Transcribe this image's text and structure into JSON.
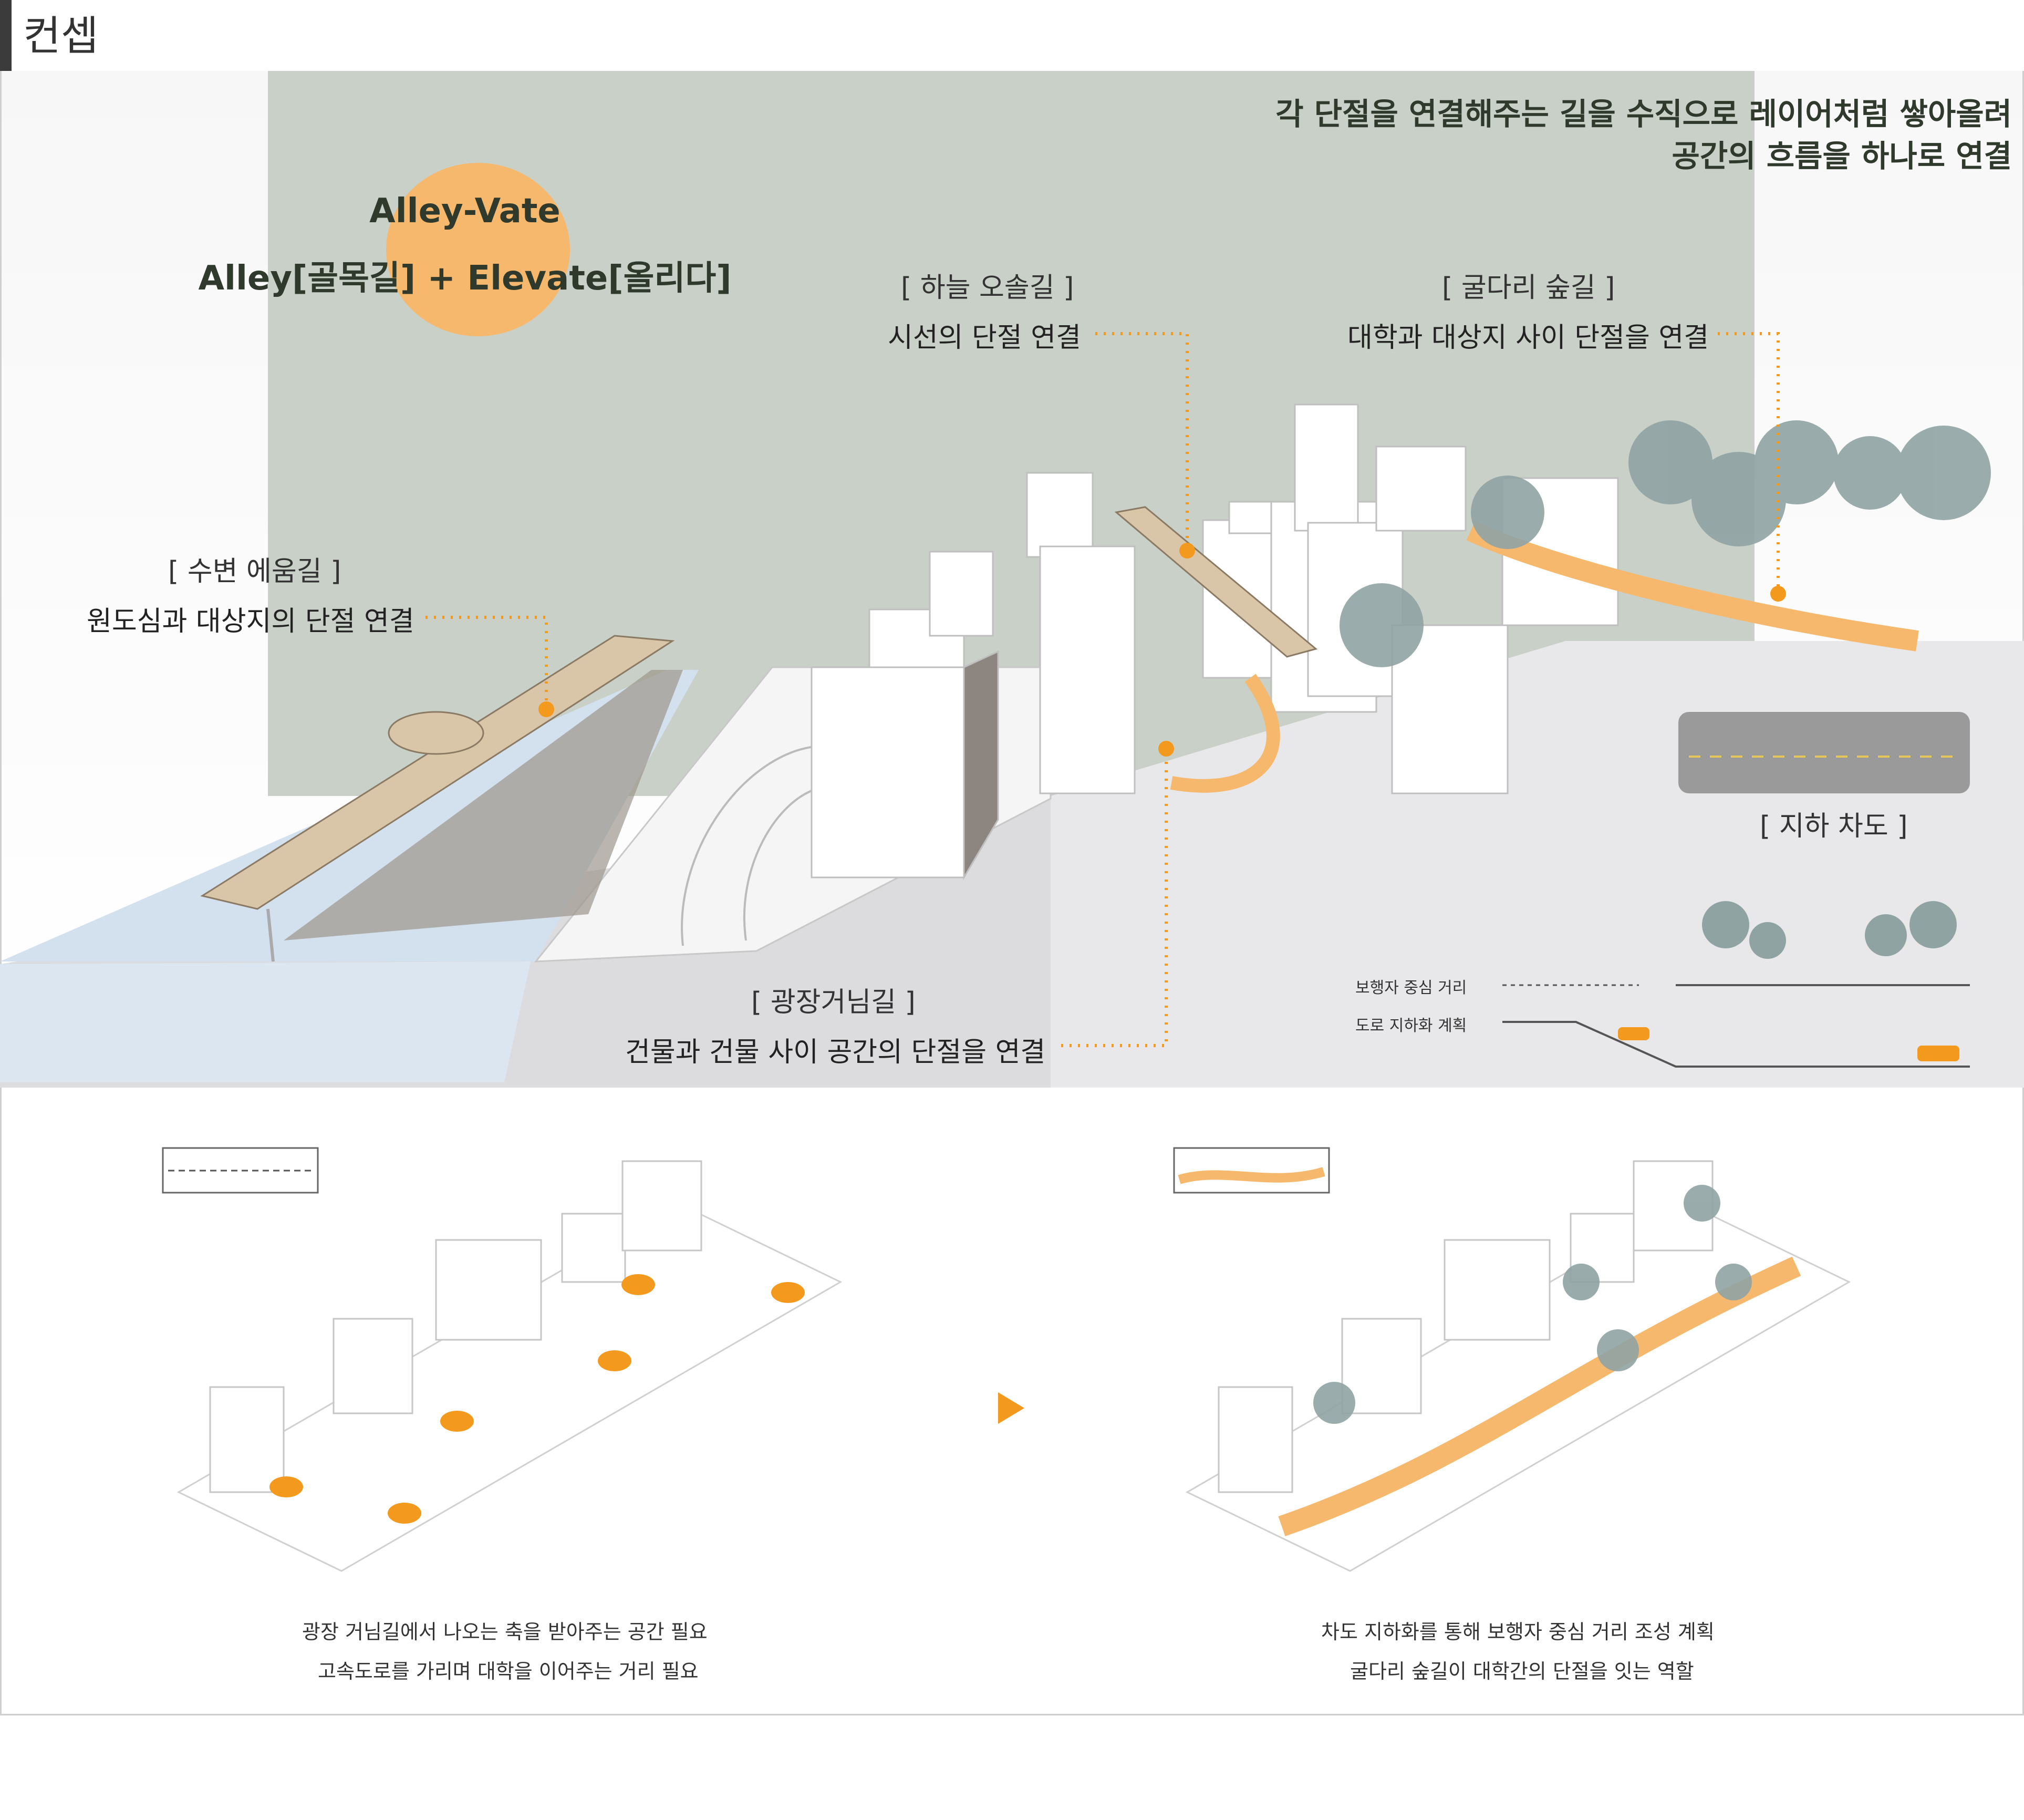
{
  "page": {
    "title": "컨셉"
  },
  "concept": {
    "name": "Alley-Vate",
    "subtitle": "Alley[골목길] + Elevate[올리다]"
  },
  "tagline": {
    "line1": "각 단절을 연결해주는 길을 수직으로 레이어처럼 쌓아올려",
    "line2": "공간의 흐름을 하나로 연결"
  },
  "labels": {
    "waterfront": {
      "title": "[ 수변 에움길 ]",
      "desc": "원도심과 대상지의 단절 연결"
    },
    "sky": {
      "title": "[ 하늘 오솔길 ]",
      "desc": "시선의 단절 연결"
    },
    "forest": {
      "title": "[ 굴다리 숲길 ]",
      "desc": "대학과 대상지 사이 단절을 연결"
    },
    "plaza": {
      "title": "[ 광장거님길 ]",
      "desc": "건물과 건물 사이 공간의 단절을 연결"
    },
    "underground": {
      "title": "[ 지하 차도 ]"
    }
  },
  "legend": {
    "pedestrian": "보행자 중심 거리",
    "underground": "도로 지하화 계획"
  },
  "captions": {
    "left": {
      "line1": "광장 거님길에서 나오는 축을 받아주는 공간 필요",
      "line2": "고속도로를 가리며 대학을 이어주는 거리 필요"
    },
    "right": {
      "line1": "차도 지하화를 통해 보행자 중심 거리 조성 계획",
      "line2": "굴다리 숲길이 대학간의 단절을 잇는 역할"
    }
  },
  "colors": {
    "accent": "#f39a1e",
    "sky": "#c9d0c7",
    "water": "#dbe6f1",
    "deck": "#d9c6a8",
    "tree": "#8fa3a3"
  }
}
